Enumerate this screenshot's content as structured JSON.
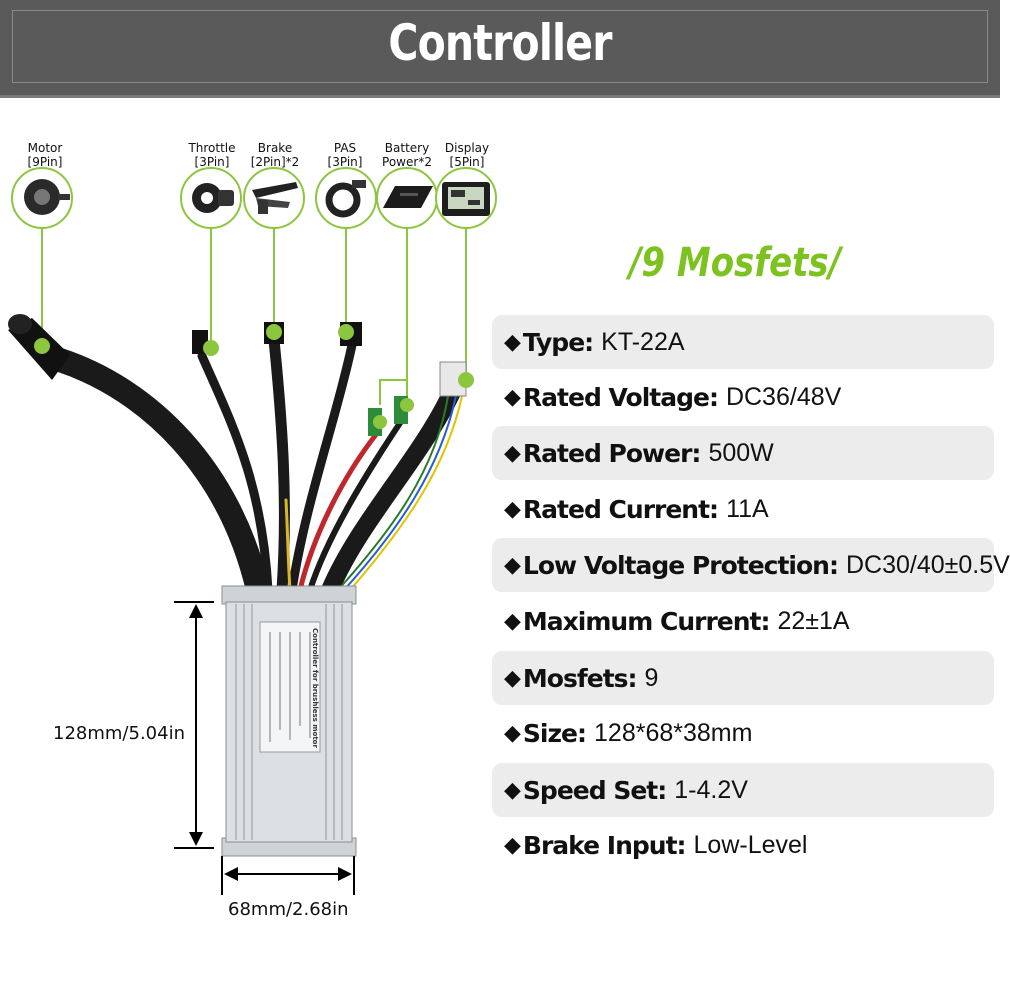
{
  "header": {
    "title": "Controller"
  },
  "connectors": {
    "motor": {
      "line1": "Motor",
      "line2": "[9Pin]"
    },
    "throttle": {
      "line1": "Throttle",
      "line2": "[3Pin]"
    },
    "brake": {
      "line1": "Brake",
      "line2": "[2Pin]*2"
    },
    "pas": {
      "line1": "PAS",
      "line2": "[3Pin]"
    },
    "battery": {
      "line1": "Battery",
      "line2": "Power*2"
    },
    "display": {
      "line1": "Display",
      "line2": "[5Pin]"
    }
  },
  "subtitle": "/9 Mosfets/",
  "specs": [
    {
      "key": "Type:",
      "value": "KT-22A"
    },
    {
      "key": "Rated Voltage:",
      "value": "DC36/48V"
    },
    {
      "key": "Rated Power:",
      "value": "500W"
    },
    {
      "key": "Rated Current:",
      "value": "11A"
    },
    {
      "key": "Low Voltage Protection:",
      "value": "DC30/40±0.5V"
    },
    {
      "key": "Maximum Current:",
      "value": "22±1A"
    },
    {
      "key": "Mosfets:",
      "value": "9"
    },
    {
      "key": "Size:",
      "value": "128*68*38mm"
    },
    {
      "key": "Speed Set:",
      "value": "1-4.2V"
    },
    {
      "key": "Brake Input:",
      "value": "Low-Level"
    }
  ],
  "dimensions": {
    "height": "128mm/5.04in",
    "width": "68mm/2.68in"
  },
  "controller_label": {
    "title": "Controller for brushless motor"
  },
  "colors": {
    "accent": "#7dc31f",
    "header": "#5a5a5a",
    "spec_shade": "#ececec"
  }
}
